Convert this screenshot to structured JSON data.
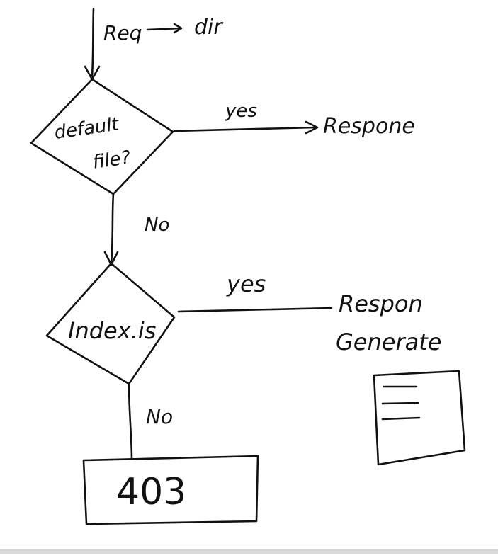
{
  "diagram": {
    "labels": {
      "request": "Req",
      "dir": "dir",
      "decision1": [
        "default",
        "file?"
      ],
      "yes1": "yes",
      "response1": "Respone",
      "no1": "No",
      "decision2": "Index.is",
      "yes2": "yes",
      "response2": [
        "Respon",
        "Generate"
      ],
      "no2": "No",
      "forbidden": "403"
    }
  }
}
